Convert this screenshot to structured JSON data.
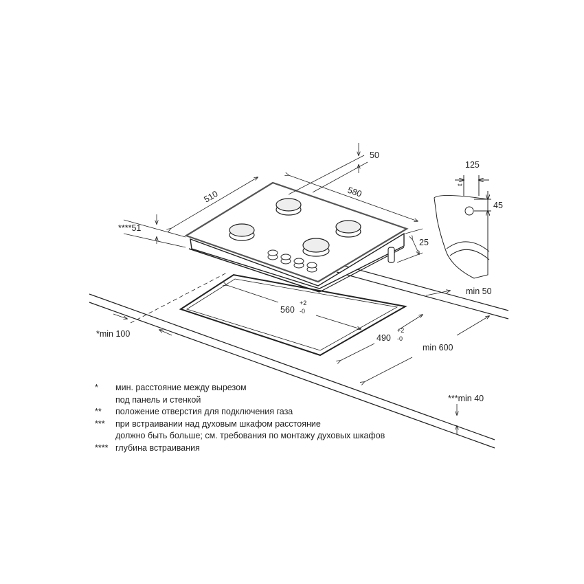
{
  "dimensions": {
    "top_clearance": "50",
    "depth": "510",
    "width": "580",
    "depth_embed": "****51",
    "height": "25",
    "gas_offset": "125",
    "gas_mark": "**",
    "gas_height": "45",
    "back_min": "min 50",
    "cutout_width": "560",
    "cutout_width_tol_plus": "+2",
    "cutout_width_tol_minus": "-0",
    "cutout_depth": "490",
    "cutout_depth_tol_plus": "+2",
    "cutout_depth_tol_minus": "-0",
    "side_min": "*min 100",
    "counter_min": "min 600",
    "oven_min": "***min 40"
  },
  "legend": [
    {
      "mark": "*",
      "text": "мин. расстояние между вырезом"
    },
    {
      "mark": "",
      "text": "под панель и стенкой"
    },
    {
      "mark": "**",
      "text": "положение отверстия для подключения газа"
    },
    {
      "mark": "***",
      "text": "при встраивании над духовым шкафом расстояние"
    },
    {
      "mark": "",
      "text": "должно быть больше; см. требования по монтажу духовых шкафов"
    },
    {
      "mark": "****",
      "text": "глубина встраивания"
    }
  ]
}
